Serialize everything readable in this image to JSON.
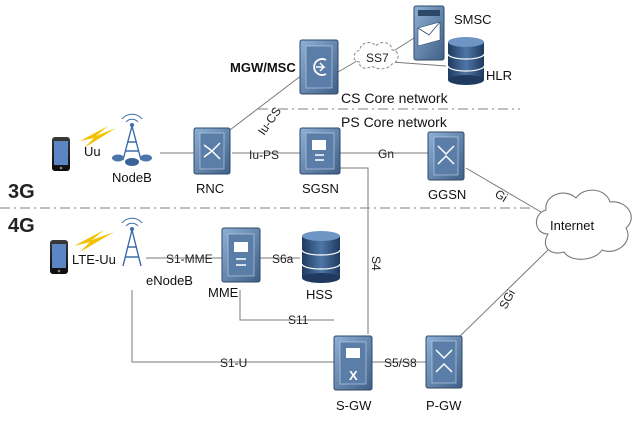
{
  "regions": {
    "cs_core": "CS Core network",
    "ps_core": "PS Core network",
    "gen_3g": "3G",
    "gen_4g": "4G"
  },
  "nodes": {
    "phone_3g_link": "Uu",
    "nodeb": "NodeB",
    "rnc": "RNC",
    "mgw_msc": "MGW/MSC",
    "smsc": "SMSC",
    "hlr": "HLR",
    "sgsn": "SGSN",
    "ggsn": "GGSN",
    "internet": "Internet",
    "phone_4g_link": "LTE-Uu",
    "enodeb": "eNodeB",
    "mme": "MME",
    "hss": "HSS",
    "sgw": "S-GW",
    "pgw": "P-GW",
    "sgw_glyph": "X"
  },
  "interfaces": {
    "iucs": "Iu-CS",
    "iups": "Iu-PS",
    "ss7": "SS7",
    "gn": "Gn",
    "gi": "Gi",
    "s1mme": "S1-MME",
    "s6a": "S6a",
    "s4": "S4",
    "s11": "S11",
    "s1u": "S1-U",
    "s5s8": "S5/S8",
    "sgi": "SGi"
  },
  "colors": {
    "device_body": "#4a6a8e",
    "device_face": "#6f8fb4",
    "lightning": "#f2c200",
    "tower": "#3d6ea8",
    "cylinder": "#2e4f78"
  }
}
